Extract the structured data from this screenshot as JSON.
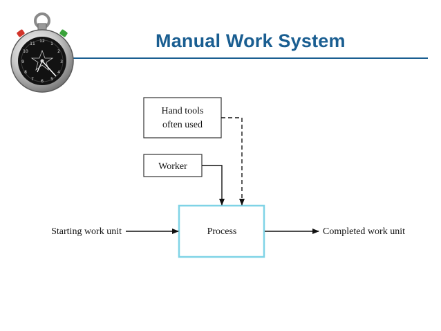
{
  "slide": {
    "title": "Manual Work System"
  },
  "diagram": {
    "hand_tools": [
      "Hand tools",
      "often used"
    ],
    "worker": "Worker",
    "process": "Process",
    "input": "Starting work unit",
    "output": "Completed work unit"
  },
  "colors": {
    "title": "#1a5e91",
    "process_border": "#7fd3e6",
    "line": "#111111"
  },
  "icons": {
    "logo": "stopwatch-icon"
  }
}
